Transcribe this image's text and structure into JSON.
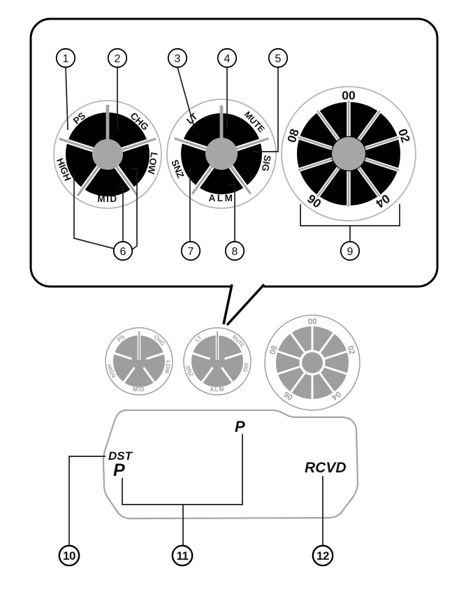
{
  "colors": {
    "outline_black": "#000000",
    "dial_disc_black": "#000000",
    "dial_hub_gray": "#a6a6a6",
    "dial_ring_gray": "#b5b5b5",
    "device_gray": "#9e9e9e",
    "panel_gray": "#a5a5a5",
    "text_black": "#111111",
    "callout_line": "#1a1a1a"
  },
  "dials": [
    {
      "name": "status-dial-left",
      "labels": [
        "PS",
        "CHG",
        "LOW",
        "MID",
        "HIGH"
      ]
    },
    {
      "name": "status-dial-middle",
      "labels": [
        "LT",
        "MUTE",
        "SIG",
        "ALM",
        "SNZ"
      ]
    },
    {
      "name": "minute-dial",
      "labels": [
        "00",
        "02",
        "04",
        "06",
        "08"
      ]
    }
  ],
  "display": {
    "dst": "DST",
    "p_large": "P",
    "p_top": "P",
    "rcvd": "RCVD"
  },
  "callouts": [
    "1",
    "2",
    "3",
    "4",
    "5",
    "6",
    "7",
    "8",
    "9",
    "10",
    "11",
    "12"
  ]
}
